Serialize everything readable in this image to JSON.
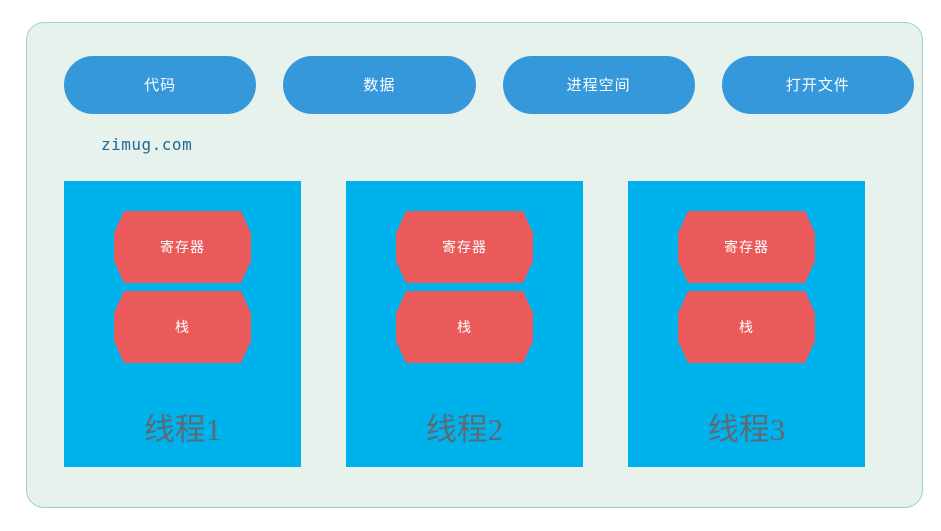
{
  "panel": {
    "background_color": "#e7f2ed",
    "border_color": "#9fd4bc"
  },
  "top_buttons": {
    "accent_color": "#3498db",
    "items": [
      {
        "label": "代码"
      },
      {
        "label": "数据"
      },
      {
        "label": "进程空间"
      },
      {
        "label": "打开文件"
      }
    ]
  },
  "watermark": {
    "text": "zimug.com",
    "color": "#1a6a9a"
  },
  "threads": {
    "column_color": "#00b2ec",
    "block_color": "#ea5a5a",
    "label_color": "#5c6b73",
    "items": [
      {
        "register_label": "寄存器",
        "stack_label": "栈",
        "name": "线程1"
      },
      {
        "register_label": "寄存器",
        "stack_label": "栈",
        "name": "线程2"
      },
      {
        "register_label": "寄存器",
        "stack_label": "栈",
        "name": "线程3"
      }
    ]
  }
}
